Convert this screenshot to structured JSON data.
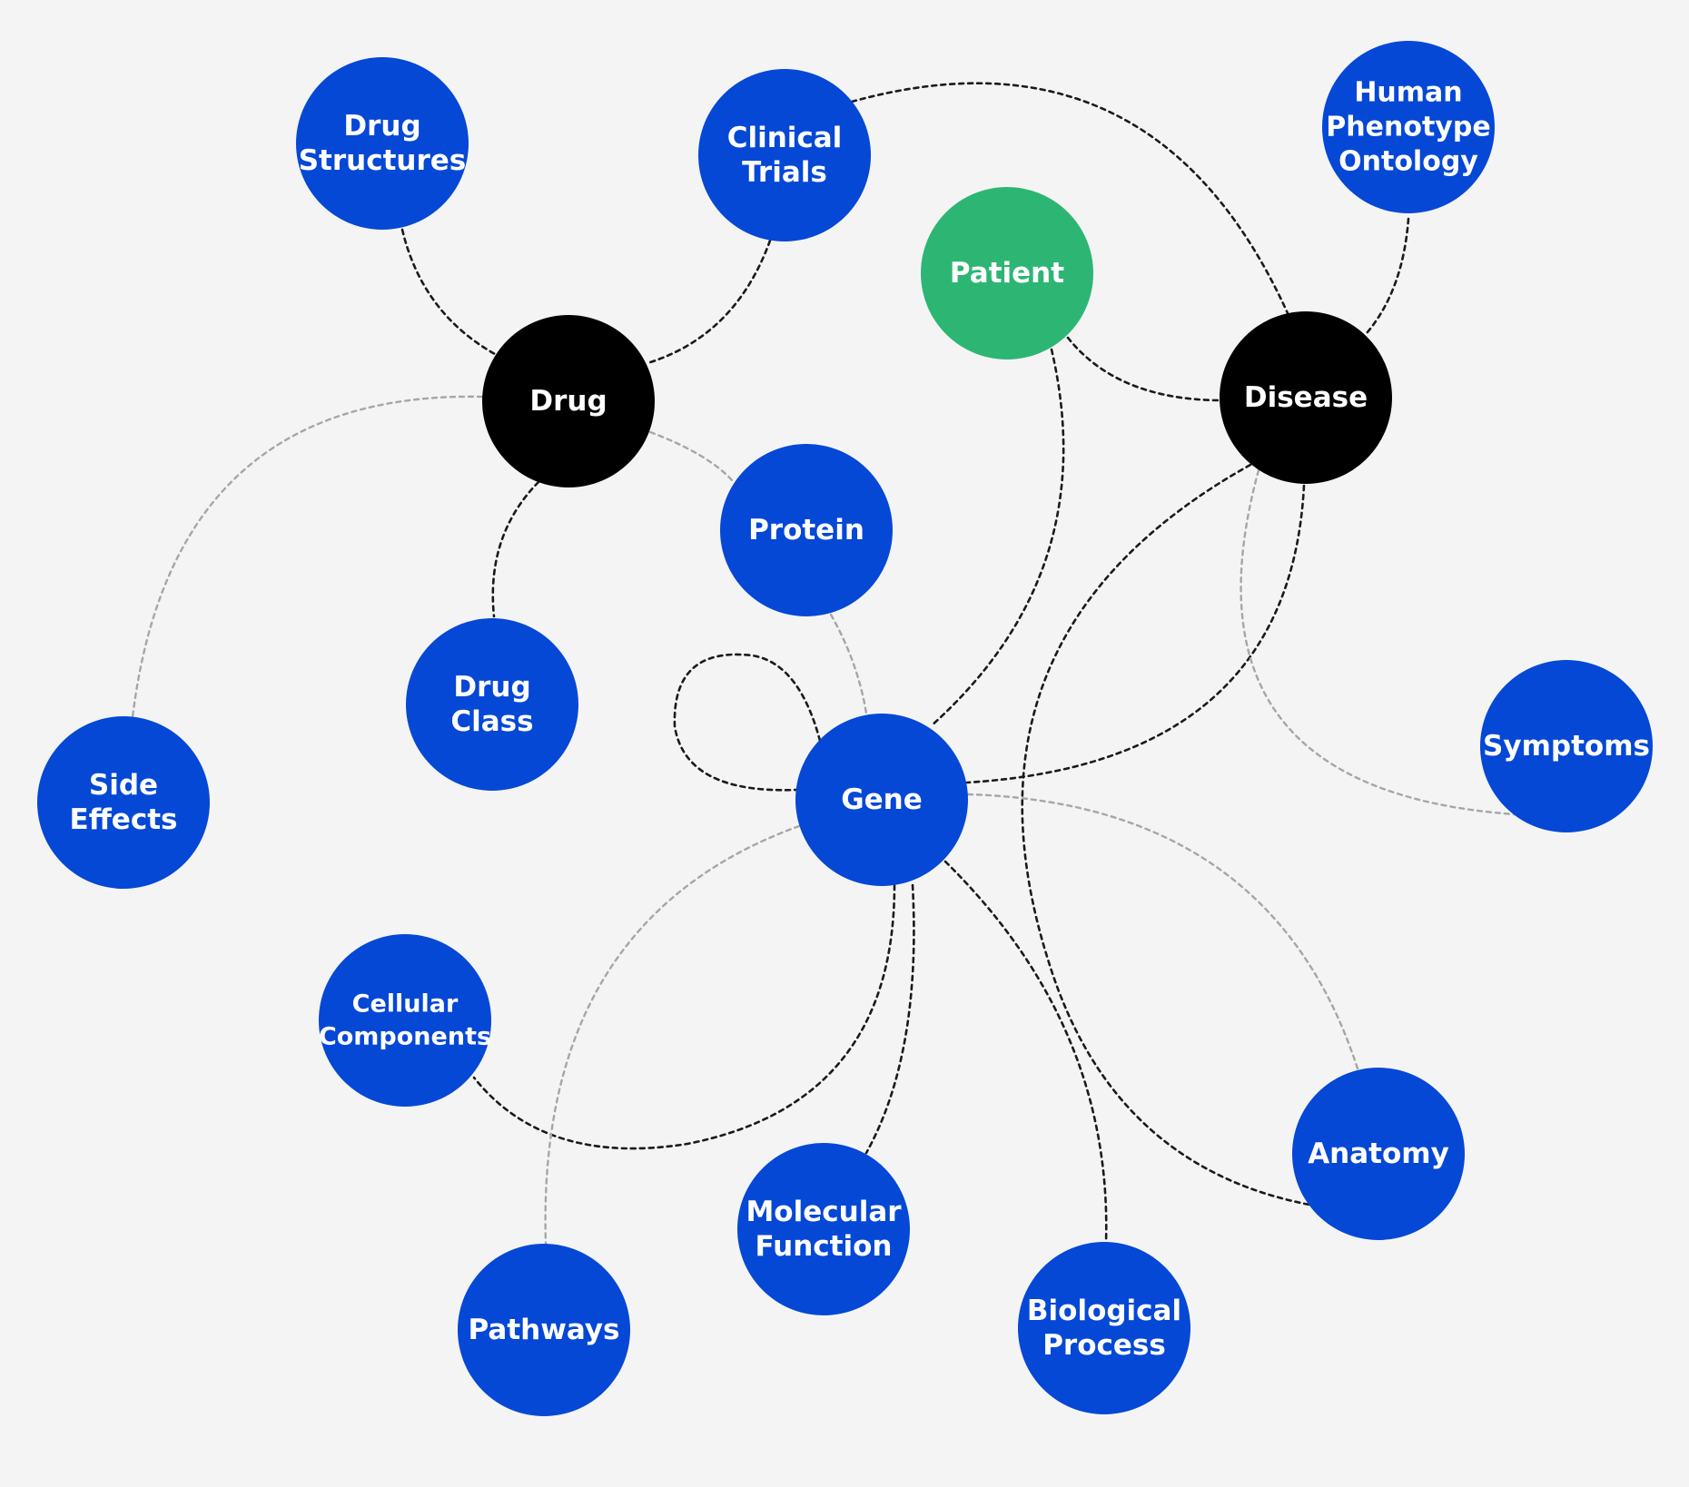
{
  "colors": {
    "background": "#f4f4f5",
    "entity": "#0548d6",
    "core": "#000000",
    "patient": "#2db673",
    "edge_primary": "#1a1a1a",
    "edge_secondary": "#a6a6a6",
    "label": "#ffffff"
  },
  "nodes": [
    {
      "id": "drug-structures",
      "lines": [
        "Drug",
        "Structures"
      ],
      "kind": "entity"
    },
    {
      "id": "clinical-trials",
      "lines": [
        "Clinical",
        "Trials"
      ],
      "kind": "entity"
    },
    {
      "id": "human-phenotype-ontology",
      "lines": [
        "Human",
        "Phenotype",
        "Ontology"
      ],
      "kind": "entity"
    },
    {
      "id": "patient",
      "lines": [
        "Patient"
      ],
      "kind": "patient"
    },
    {
      "id": "drug",
      "lines": [
        "Drug"
      ],
      "kind": "core"
    },
    {
      "id": "disease",
      "lines": [
        "Disease"
      ],
      "kind": "core"
    },
    {
      "id": "protein",
      "lines": [
        "Protein"
      ],
      "kind": "entity"
    },
    {
      "id": "drug-class",
      "lines": [
        "Drug",
        "Class"
      ],
      "kind": "entity"
    },
    {
      "id": "symptoms",
      "lines": [
        "Symptoms"
      ],
      "kind": "entity"
    },
    {
      "id": "side-effects",
      "lines": [
        "Side",
        "Effects"
      ],
      "kind": "entity"
    },
    {
      "id": "gene",
      "lines": [
        "Gene"
      ],
      "kind": "entity"
    },
    {
      "id": "cellular-components",
      "lines": [
        "Cellular",
        "Components"
      ],
      "kind": "entity"
    },
    {
      "id": "anatomy",
      "lines": [
        "Anatomy"
      ],
      "kind": "entity"
    },
    {
      "id": "molecular-function",
      "lines": [
        "Molecular",
        "Function"
      ],
      "kind": "entity"
    },
    {
      "id": "pathways",
      "lines": [
        "Pathways"
      ],
      "kind": "entity"
    },
    {
      "id": "biological-process",
      "lines": [
        "Biological",
        "Process"
      ],
      "kind": "entity"
    }
  ],
  "edges": [
    {
      "from": "drug-structures",
      "to": "drug",
      "style": "primary"
    },
    {
      "from": "clinical-trials",
      "to": "drug",
      "style": "primary"
    },
    {
      "from": "clinical-trials",
      "to": "disease",
      "style": "primary"
    },
    {
      "from": "human-phenotype-ontology",
      "to": "disease",
      "style": "primary"
    },
    {
      "from": "patient",
      "to": "disease",
      "style": "primary"
    },
    {
      "from": "patient",
      "to": "gene",
      "style": "primary"
    },
    {
      "from": "drug",
      "to": "drug-class",
      "style": "primary"
    },
    {
      "from": "drug",
      "to": "side-effects",
      "style": "secondary"
    },
    {
      "from": "drug",
      "to": "protein",
      "style": "secondary"
    },
    {
      "from": "protein",
      "to": "gene",
      "style": "secondary"
    },
    {
      "from": "disease",
      "to": "gene",
      "style": "primary"
    },
    {
      "from": "disease",
      "to": "anatomy",
      "style": "primary"
    },
    {
      "from": "disease",
      "to": "symptoms",
      "style": "secondary"
    },
    {
      "from": "gene",
      "to": "gene",
      "style": "primary"
    },
    {
      "from": "gene",
      "to": "cellular-components",
      "style": "primary"
    },
    {
      "from": "gene",
      "to": "molecular-function",
      "style": "primary"
    },
    {
      "from": "gene",
      "to": "biological-process",
      "style": "primary"
    },
    {
      "from": "gene",
      "to": "anatomy",
      "style": "secondary"
    },
    {
      "from": "gene",
      "to": "pathways",
      "style": "secondary"
    }
  ]
}
